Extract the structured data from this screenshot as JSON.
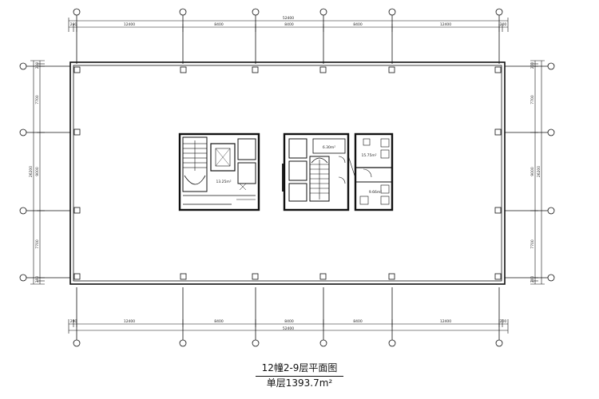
{
  "drawing": {
    "title": "12幢2-9层平面图",
    "area": "单层1393.7m²"
  },
  "dimensions": {
    "horizontal_total": "52400",
    "horizontal_spans": [
      "12400",
      "8400",
      "8400",
      "8400",
      "12400"
    ],
    "horizontal_edge": "200",
    "vertical_total": "26200",
    "vertical_spans": [
      "7700",
      "9000",
      "7700"
    ],
    "vertical_edge": "200"
  },
  "rooms": {
    "west_core_area": "13.25m²",
    "east_core_area": "6.30m²",
    "toilet_area_1": "15.75m²",
    "toilet_area_2": "9.66m²"
  }
}
